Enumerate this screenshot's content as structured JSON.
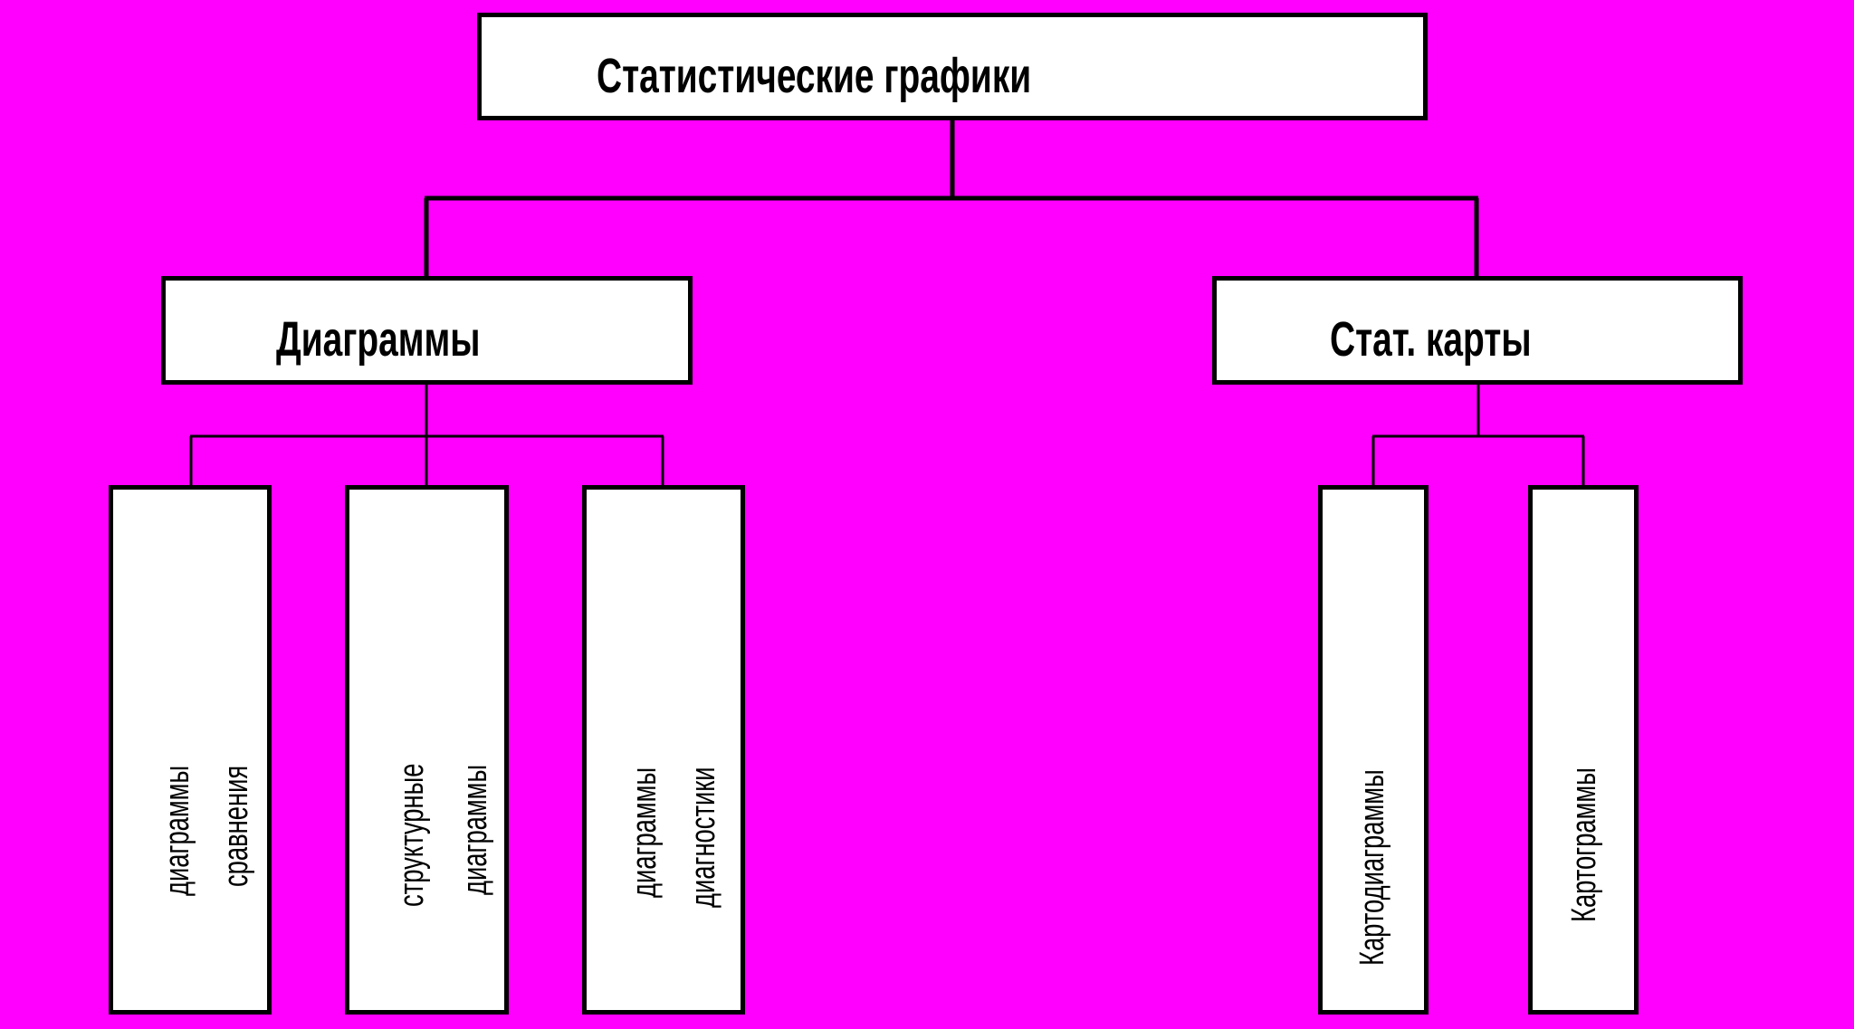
{
  "diagram": {
    "root": {
      "label": "Статистические графики"
    },
    "diagrams": {
      "label": "Диаграммы",
      "children": [
        {
          "line1": "диаграммы",
          "line2": "сравнения"
        },
        {
          "line1": "структурные",
          "line2": "диаграммы"
        },
        {
          "line1": "диаграммы",
          "line2": "диагностики"
        }
      ]
    },
    "maps": {
      "label": "Стат. карты",
      "children": [
        {
          "line1": "Картодиаграммы"
        },
        {
          "line1": "Картограммы"
        }
      ]
    }
  },
  "colors": {
    "background": "#ff00ff",
    "box_fill": "#ffffff",
    "line": "#000000"
  }
}
